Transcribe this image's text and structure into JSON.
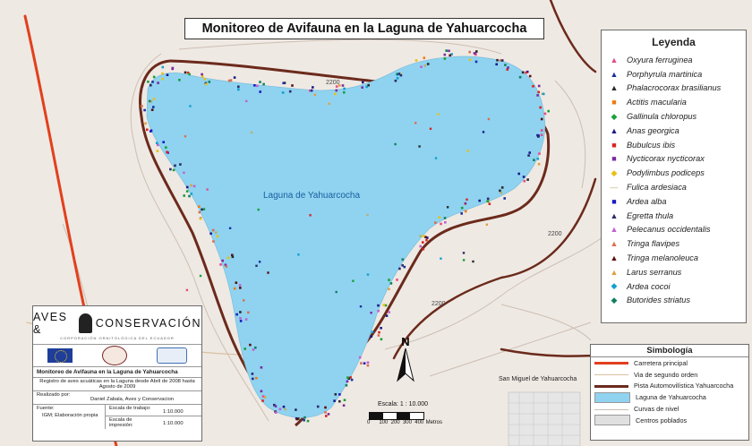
{
  "title": "Monitoreo de Avifauna en la Laguna de Yahuarcocha",
  "lake_label": "Laguna de Yahuarcocha",
  "contour_labels": [
    "2200",
    "2200",
    "2200"
  ],
  "town_label": "San Miguel de Yahuarcocha",
  "north_label": "N",
  "scale": {
    "text": "Escala: 1 : 10.000",
    "ticks": [
      "0",
      "100",
      "200",
      "300",
      "400"
    ],
    "unit": "Metros"
  },
  "legend": {
    "title": "Leyenda",
    "items": [
      {
        "name": "Oxyura ferruginea",
        "symbol": "▲",
        "color": "#e34c8a"
      },
      {
        "name": "Porphyrula martinica",
        "symbol": "▲",
        "color": "#1a2fa0"
      },
      {
        "name": "Phalacrocorax brasilianus",
        "symbol": "▲",
        "color": "#2a2a2a"
      },
      {
        "name": "Actitis macularia",
        "symbol": "■",
        "color": "#f07a10"
      },
      {
        "name": "Gallinula chloropus",
        "symbol": "◆",
        "color": "#18a03a"
      },
      {
        "name": "Anas georgica",
        "symbol": "▲",
        "color": "#1a1a8a"
      },
      {
        "name": "Bubulcus ibis",
        "symbol": "■",
        "color": "#d8241e"
      },
      {
        "name": "Nycticorax nycticorax",
        "symbol": "■",
        "color": "#7a2aa0"
      },
      {
        "name": "Podylimbus podiceps",
        "symbol": "◆",
        "color": "#e8c010"
      },
      {
        "name": "Fulica ardesiaca",
        "symbol": "—",
        "color": "#b8b070"
      },
      {
        "name": "Ardea alba",
        "symbol": "■",
        "color": "#1a1ac0"
      },
      {
        "name": "Egretta thula",
        "symbol": "▲",
        "color": "#2a2a6a"
      },
      {
        "name": "Pelecanus occidentalis",
        "symbol": "▲",
        "color": "#c060d0"
      },
      {
        "name": "Tringa flavipes",
        "symbol": "▲",
        "color": "#d87050"
      },
      {
        "name": "Tringa melanoleuca",
        "symbol": "▲",
        "color": "#5a1010"
      },
      {
        "name": "Larus serranus",
        "symbol": "▲",
        "color": "#e0a040"
      },
      {
        "name": "Ardea cocoi",
        "symbol": "◆",
        "color": "#10a0d0"
      },
      {
        "name": "Butorides striatus",
        "symbol": "◆",
        "color": "#108060"
      }
    ]
  },
  "symbology": {
    "title": "Simbología",
    "items": [
      {
        "label": "Carretera principal",
        "kind": "line",
        "color": "#e2401e"
      },
      {
        "label": "Via de segundo orden",
        "kind": "line",
        "color": "#d8c0a0"
      },
      {
        "label": "Pista Automovilística Yahuarcocha",
        "kind": "line",
        "color": "#6b2a1c"
      },
      {
        "label": "Laguna de Yahuarcocha",
        "kind": "fill",
        "color": "#8fd3f0"
      },
      {
        "label": "Curvas de nivel",
        "kind": "line",
        "color": "#cbbfb4"
      },
      {
        "label": "Centros poblados",
        "kind": "fill",
        "color": "#e0e0e0"
      }
    ]
  },
  "info": {
    "logo_left": "AVES &",
    "logo_right": "CONSERVACIÓN",
    "logo_sub": "CORPORACIÓN ORNITOLÓGICA DEL ECUADOR",
    "box_title": "Monitoreo de Avifauna en la Laguna de Yahuarcocha",
    "description": "Registro de aves acuáticas en la Laguna desde Abril de 2008 hasta Agosto de 2009",
    "realizado_label": "Realizado por:",
    "realizado_value": "Daniel Zabala, Aves y Conservacion",
    "fuente_label": "Fuente:",
    "fuente_value": "IGM; Elaboración propia",
    "escala_trabajo_label": "Escala de trabajo:",
    "escala_trabajo_value": "1:10.000",
    "escala_impresion_label": "Escala de impresión:",
    "escala_impresion_value": "1:10.000"
  },
  "colors": {
    "lake": "#8fd3f0",
    "race_track": "#6b2a1c",
    "road": "#e2401e",
    "secondary_road": "#d8c0a0",
    "contour": "#cbbfb4",
    "background": "#efe9e3"
  }
}
